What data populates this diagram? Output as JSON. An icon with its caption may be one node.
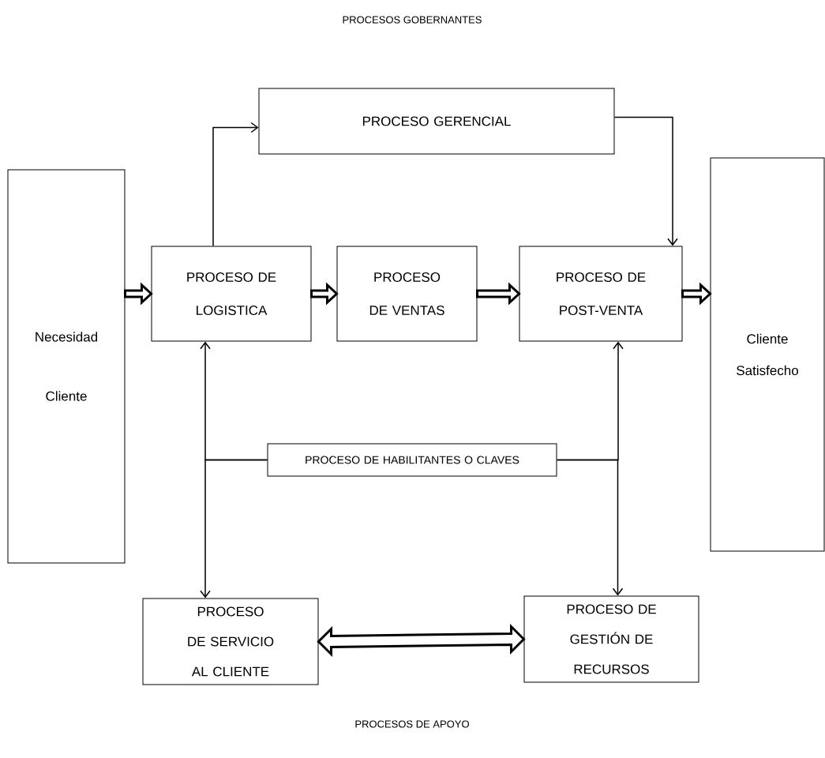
{
  "diagram": {
    "nodes": [
      {
        "text": [
          "PROCESO GERENCIAL"
        ]
      },
      {
        "text": [
          "Necesidad Cliente"
        ]
      },
      {
        "text": [
          "PROCESO DE LOGISTICA"
        ]
      },
      {
        "text": [
          "PROCESO DE VENTAS"
        ]
      },
      {
        "text": [
          "PROCESO DE POST-VENTA"
        ]
      },
      {
        "text": [
          "Cliente Satisfecho"
        ]
      },
      {
        "text": [
          "PROCESO DE HABILITANTES O CLAVES"
        ]
      },
      {
        "text": [
          "PROCESO DE SERVICIO AL CLIENTE"
        ]
      },
      {
        "text": [
          "PROCESO DE GESTIÓN DE RECURSOS"
        ]
      }
    ],
    "edges": [
      {
        "from": 1,
        "to": 2,
        "arrow": "to",
        "style": "thick"
      },
      {
        "from": 2,
        "to": 3,
        "arrow": "to",
        "style": "thick"
      },
      {
        "from": 3,
        "to": 4,
        "arrow": "to",
        "style": "thick"
      },
      {
        "from": 4,
        "to": 5,
        "arrow": "to",
        "style": "thick"
      },
      {
        "from": 2,
        "to": 0,
        "arrow": "to"
      },
      {
        "from": 0,
        "to": 4,
        "arrow": "to"
      },
      {
        "from": 6,
        "to": 2,
        "arrow": "to"
      },
      {
        "from": 6,
        "to": 7,
        "arrow": "to"
      },
      {
        "from": 6,
        "to": 4,
        "arrow": "to"
      },
      {
        "from": 6,
        "to": 8,
        "arrow": "to"
      },
      {
        "from": 7,
        "to": 8,
        "arrow": "both",
        "style": "thick"
      }
    ],
    "labels": [
      "PROCESOS GOBERNANTES",
      "PROCESOS DE APOYO"
    ]
  }
}
